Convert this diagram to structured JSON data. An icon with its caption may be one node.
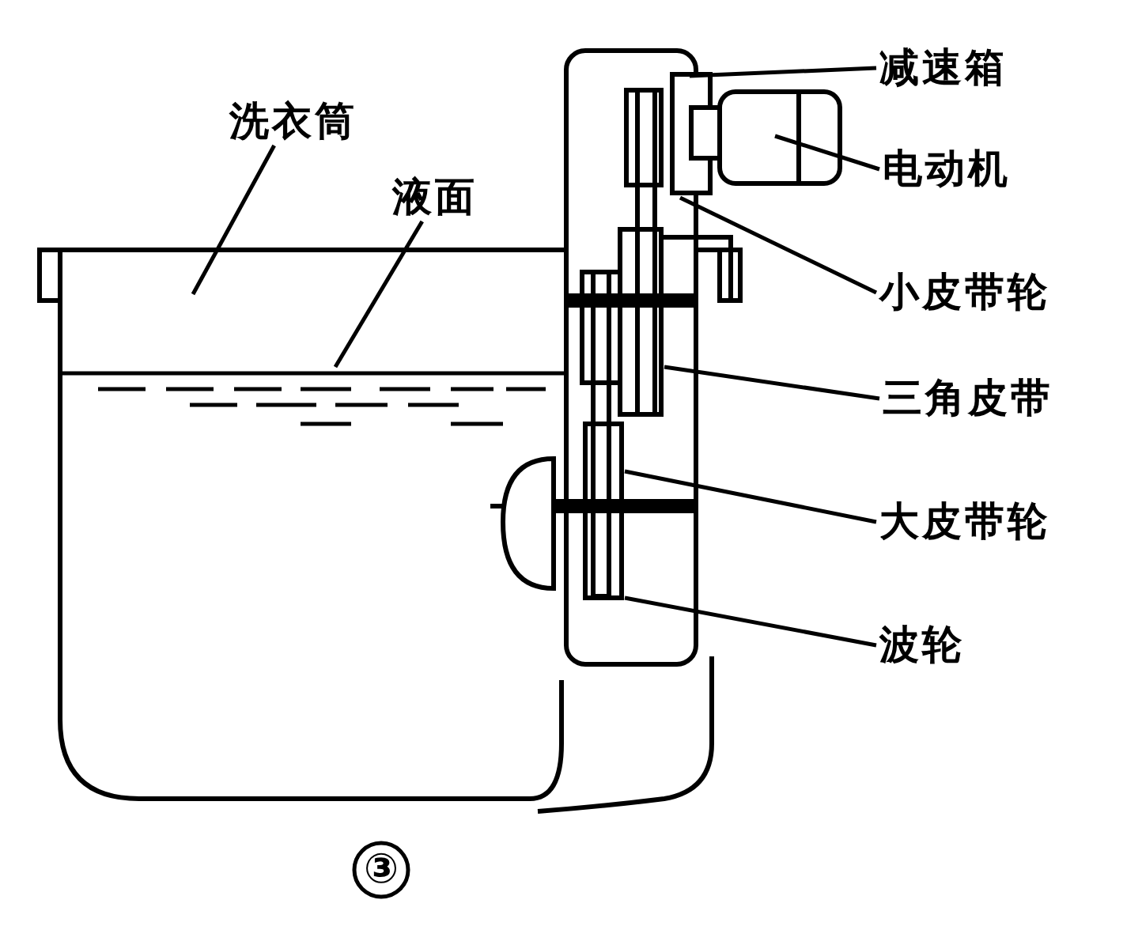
{
  "diagram": {
    "nodes": [
      {
        "text": [
          "洗衣筒"
        ]
      },
      {
        "text": [
          "液面"
        ]
      },
      {
        "text": [
          "减速箱"
        ]
      },
      {
        "text": [
          "电动机"
        ]
      },
      {
        "text": [
          "小皮带轮"
        ]
      },
      {
        "text": [
          "三角皮带"
        ]
      },
      {
        "text": [
          "大皮带轮"
        ]
      },
      {
        "text": [
          "波轮"
        ]
      }
    ],
    "edges": [
      {
        "from": 0,
        "to": null,
        "arrow": "none"
      },
      {
        "from": 1,
        "to": null,
        "arrow": "none"
      },
      {
        "from": 2,
        "to": null,
        "arrow": "none"
      },
      {
        "from": 3,
        "to": null,
        "arrow": "none"
      },
      {
        "from": 4,
        "to": null,
        "arrow": "none"
      },
      {
        "from": 5,
        "to": null,
        "arrow": "none"
      },
      {
        "from": 6,
        "to": null,
        "arrow": "none"
      },
      {
        "from": 7,
        "to": null,
        "arrow": "none"
      }
    ],
    "labels": [
      "③"
    ]
  }
}
